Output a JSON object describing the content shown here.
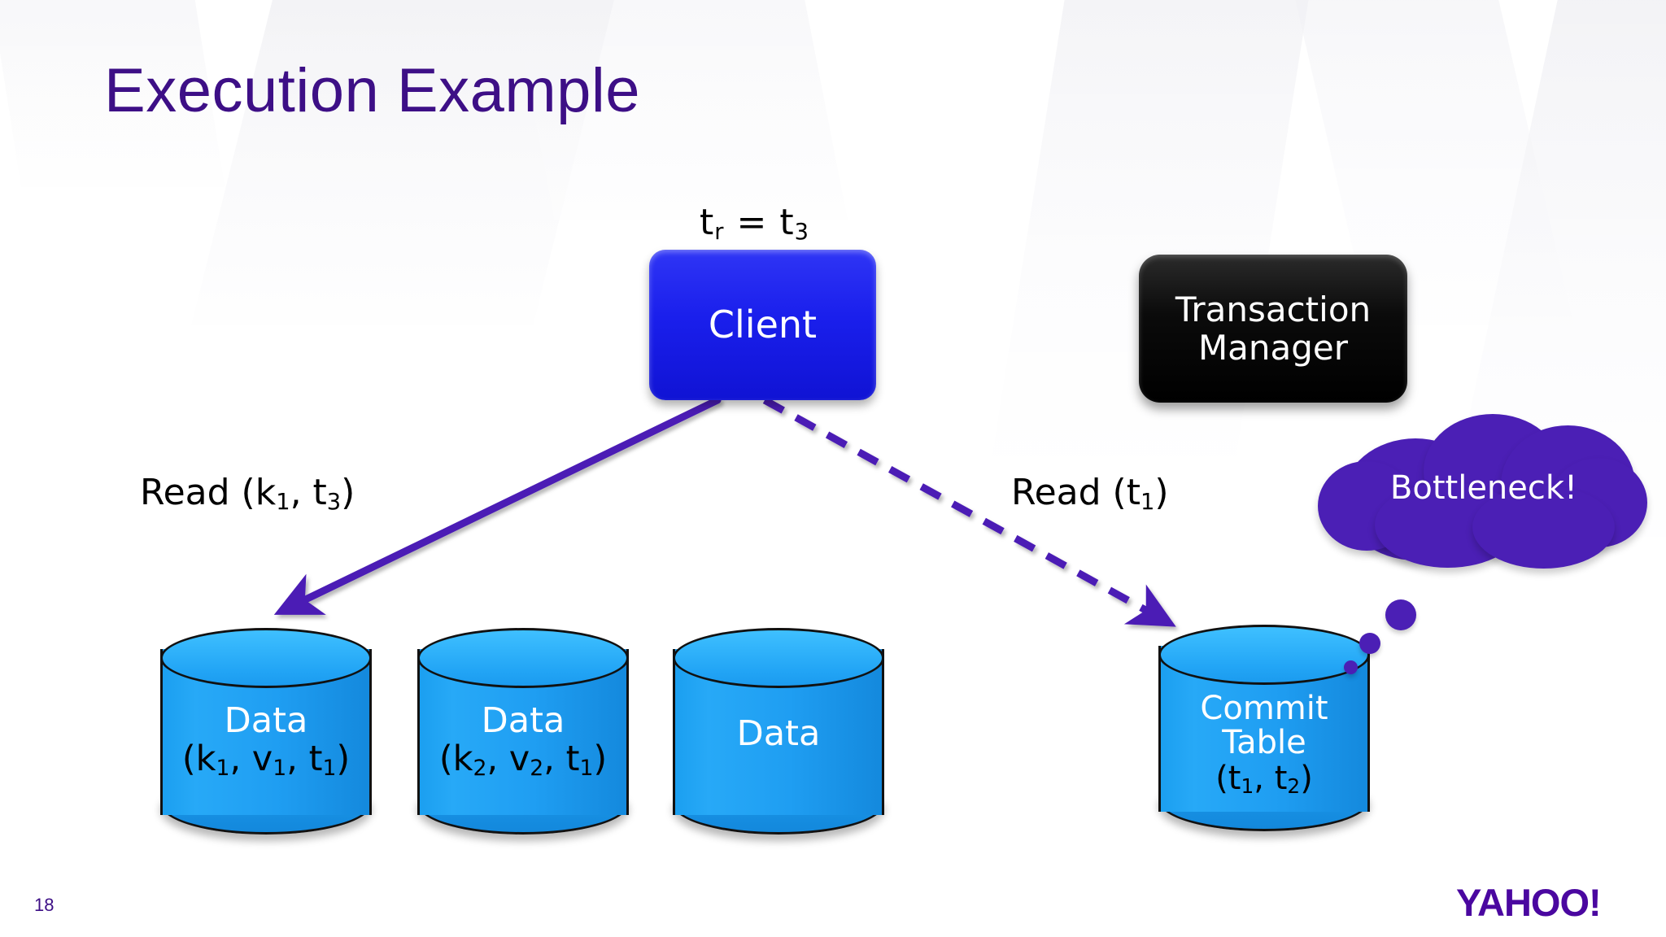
{
  "slide": {
    "title": "Execution Example",
    "page_number": "18",
    "brand": "YAHOO!",
    "accent_purple": "#3d0f86",
    "arrow_purple": "#4b1fb5",
    "client_blue": "#1a1fec",
    "cylinder_blue": "#1f9ef2",
    "tm_black": "#000000"
  },
  "diagram": {
    "timestamp_label": {
      "text": "t",
      "sub1": "r",
      "eq": " = ",
      "text2": "t",
      "sub2": "3"
    },
    "client": {
      "label": "Client"
    },
    "transaction_manager": {
      "line1": "Transaction",
      "line2": "Manager"
    },
    "edges": [
      {
        "name": "read-key-edge",
        "label_prefix": "Read (k",
        "label_sub1": "1",
        "label_mid": ", t",
        "label_sub2": "3",
        "label_suffix": ")",
        "style": "solid",
        "from": "Client",
        "to": "Data (k1, v1, t1)"
      },
      {
        "name": "read-ts-edge",
        "label_prefix": "Read (t",
        "label_sub1": "1",
        "label_mid": "",
        "label_sub2": "",
        "label_suffix": ")",
        "style": "dashed",
        "from": "Client",
        "to": "Commit Table"
      }
    ],
    "stores": [
      {
        "name": "data-store-1",
        "line1": "Data",
        "line2_prefix": "(k",
        "line2_s1": "1",
        "line2_mid": ", v",
        "line2_s2": "1",
        "line2_mid2": ",  t",
        "line2_s3": "1",
        "line2_suffix": ")"
      },
      {
        "name": "data-store-2",
        "line1": "Data",
        "line2_prefix": "(k",
        "line2_s1": "2",
        "line2_mid": ", v",
        "line2_s2": "2",
        "line2_mid2": ",  t",
        "line2_s3": "1",
        "line2_suffix": ")"
      },
      {
        "name": "data-store-3",
        "line1": "Data",
        "line2_prefix": "",
        "line2_s1": "",
        "line2_mid": "",
        "line2_s2": "",
        "line2_mid2": "",
        "line2_s3": "",
        "line2_suffix": ""
      }
    ],
    "commit_table": {
      "line1": "Commit",
      "line2": "Table",
      "line3_prefix": "(t",
      "line3_s1": "1",
      "line3_mid": ",  t",
      "line3_s2": "2",
      "line3_suffix": ")"
    },
    "callout": {
      "text": "Bottleneck!",
      "shape": "thought-cloud"
    }
  }
}
